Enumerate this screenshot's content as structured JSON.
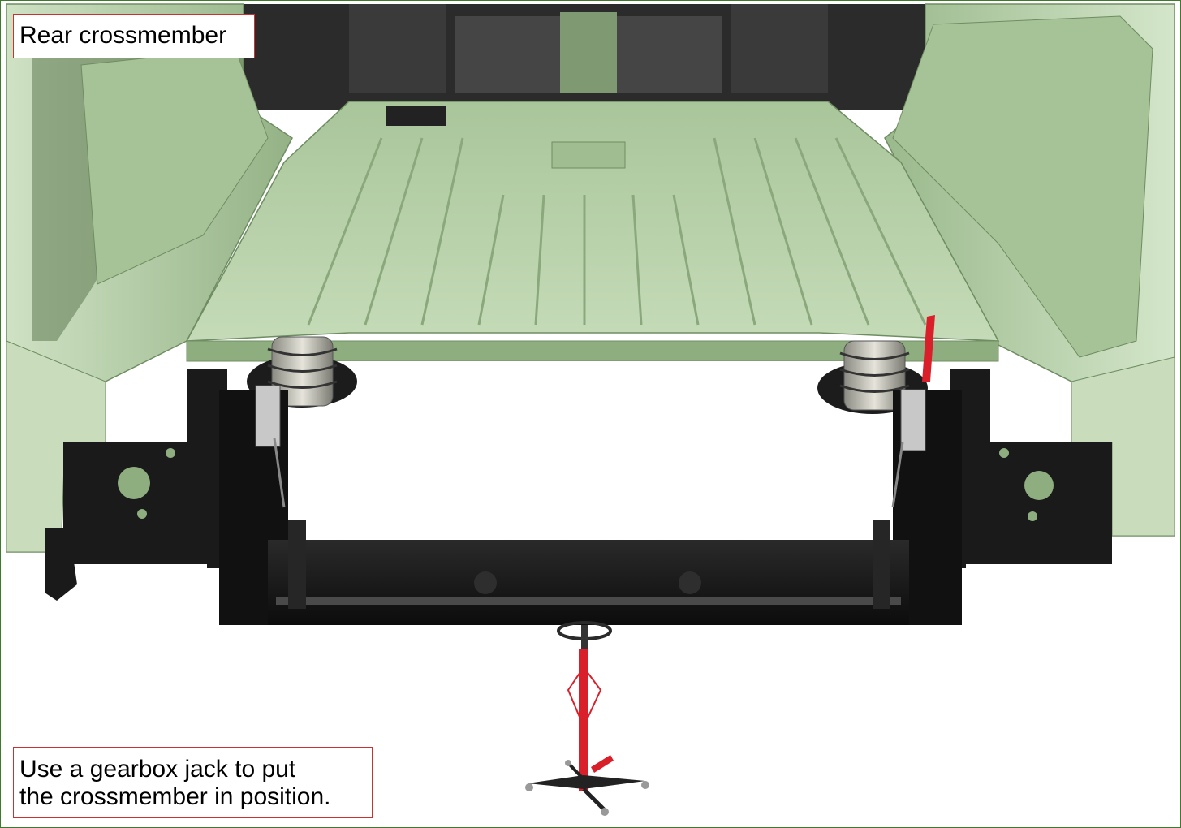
{
  "labels": {
    "component": "Rear crossmember",
    "instruction_line1": "Use a gearbox jack to put",
    "instruction_line2": "the crossmember in position."
  },
  "colors": {
    "frame": "#3f7a2c",
    "callout_border": "#c83232",
    "body_green": "#b6cfa9",
    "body_green_dark": "#7f9a72",
    "crossmember_black": "#151515",
    "jack_red": "#d9202a"
  },
  "icons": [
    "van-rear-body",
    "rear-crossmember",
    "coil-spring",
    "gearbox-jack"
  ]
}
